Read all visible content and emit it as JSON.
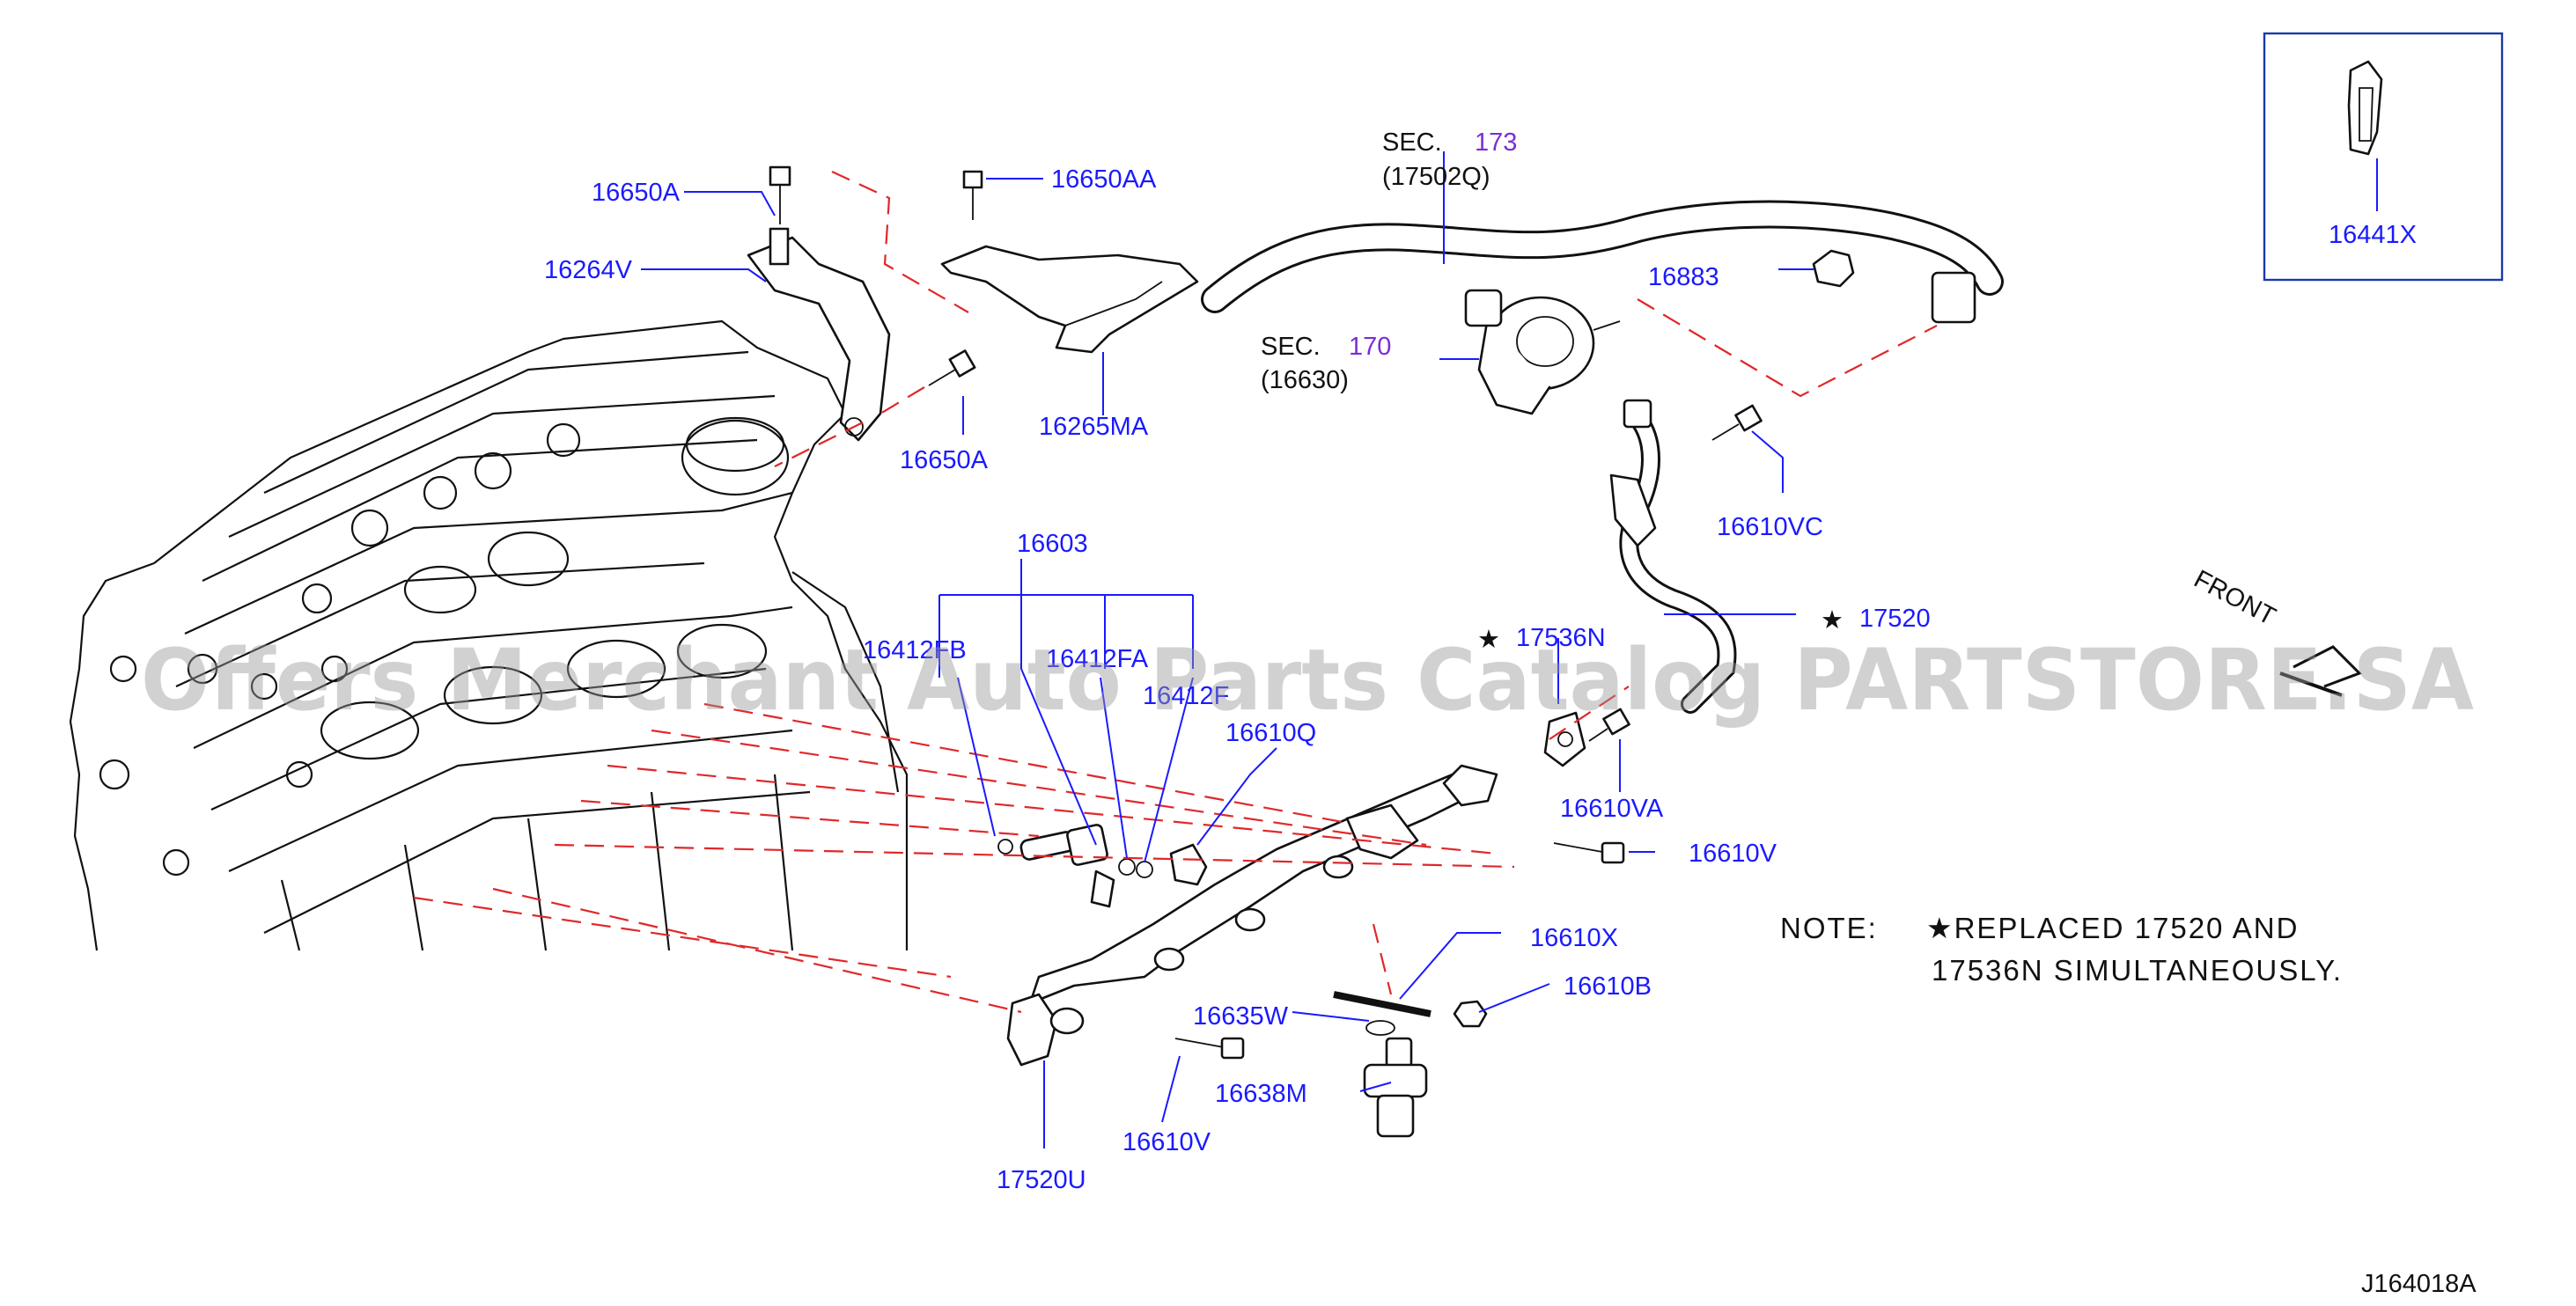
{
  "diagram_id": "J164018A",
  "watermark": "Offers Merchant Auto Parts Catalog PARTSTORE.SA",
  "front_label": "FRONT",
  "inset": {
    "part": "16441X"
  },
  "sections": [
    {
      "prefix": "SEC.",
      "number": "173",
      "part": "(17502Q)"
    },
    {
      "prefix": "SEC.",
      "number": "170",
      "part": "(16630)"
    }
  ],
  "labels": {
    "l16650A_top": "16650A",
    "l16264V": "16264V",
    "l16650AA": "16650AA",
    "l16650A_mid": "16650A",
    "l16265MA": "16265MA",
    "l16883": "16883",
    "l16610VC": "16610VC",
    "l17520": "17520",
    "l17536N": "17536N",
    "l16610VA": "16610VA",
    "l16610V_right": "16610V",
    "l16603": "16603",
    "l16412FB": "16412FB",
    "l16412FA": "16412FA",
    "l16412F": "16412F",
    "l16610Q": "16610Q",
    "l16610X": "16610X",
    "l16610B": "16610B",
    "l16635W": "16635W",
    "l16638M": "16638M",
    "l16610V_bottom": "16610V",
    "l17520U": "17520U"
  },
  "star": "★",
  "note": {
    "heading": "NOTE:",
    "line1": "★REPLACED  17520  AND",
    "line2": "17536N  SIMULTANEOUSLY."
  }
}
